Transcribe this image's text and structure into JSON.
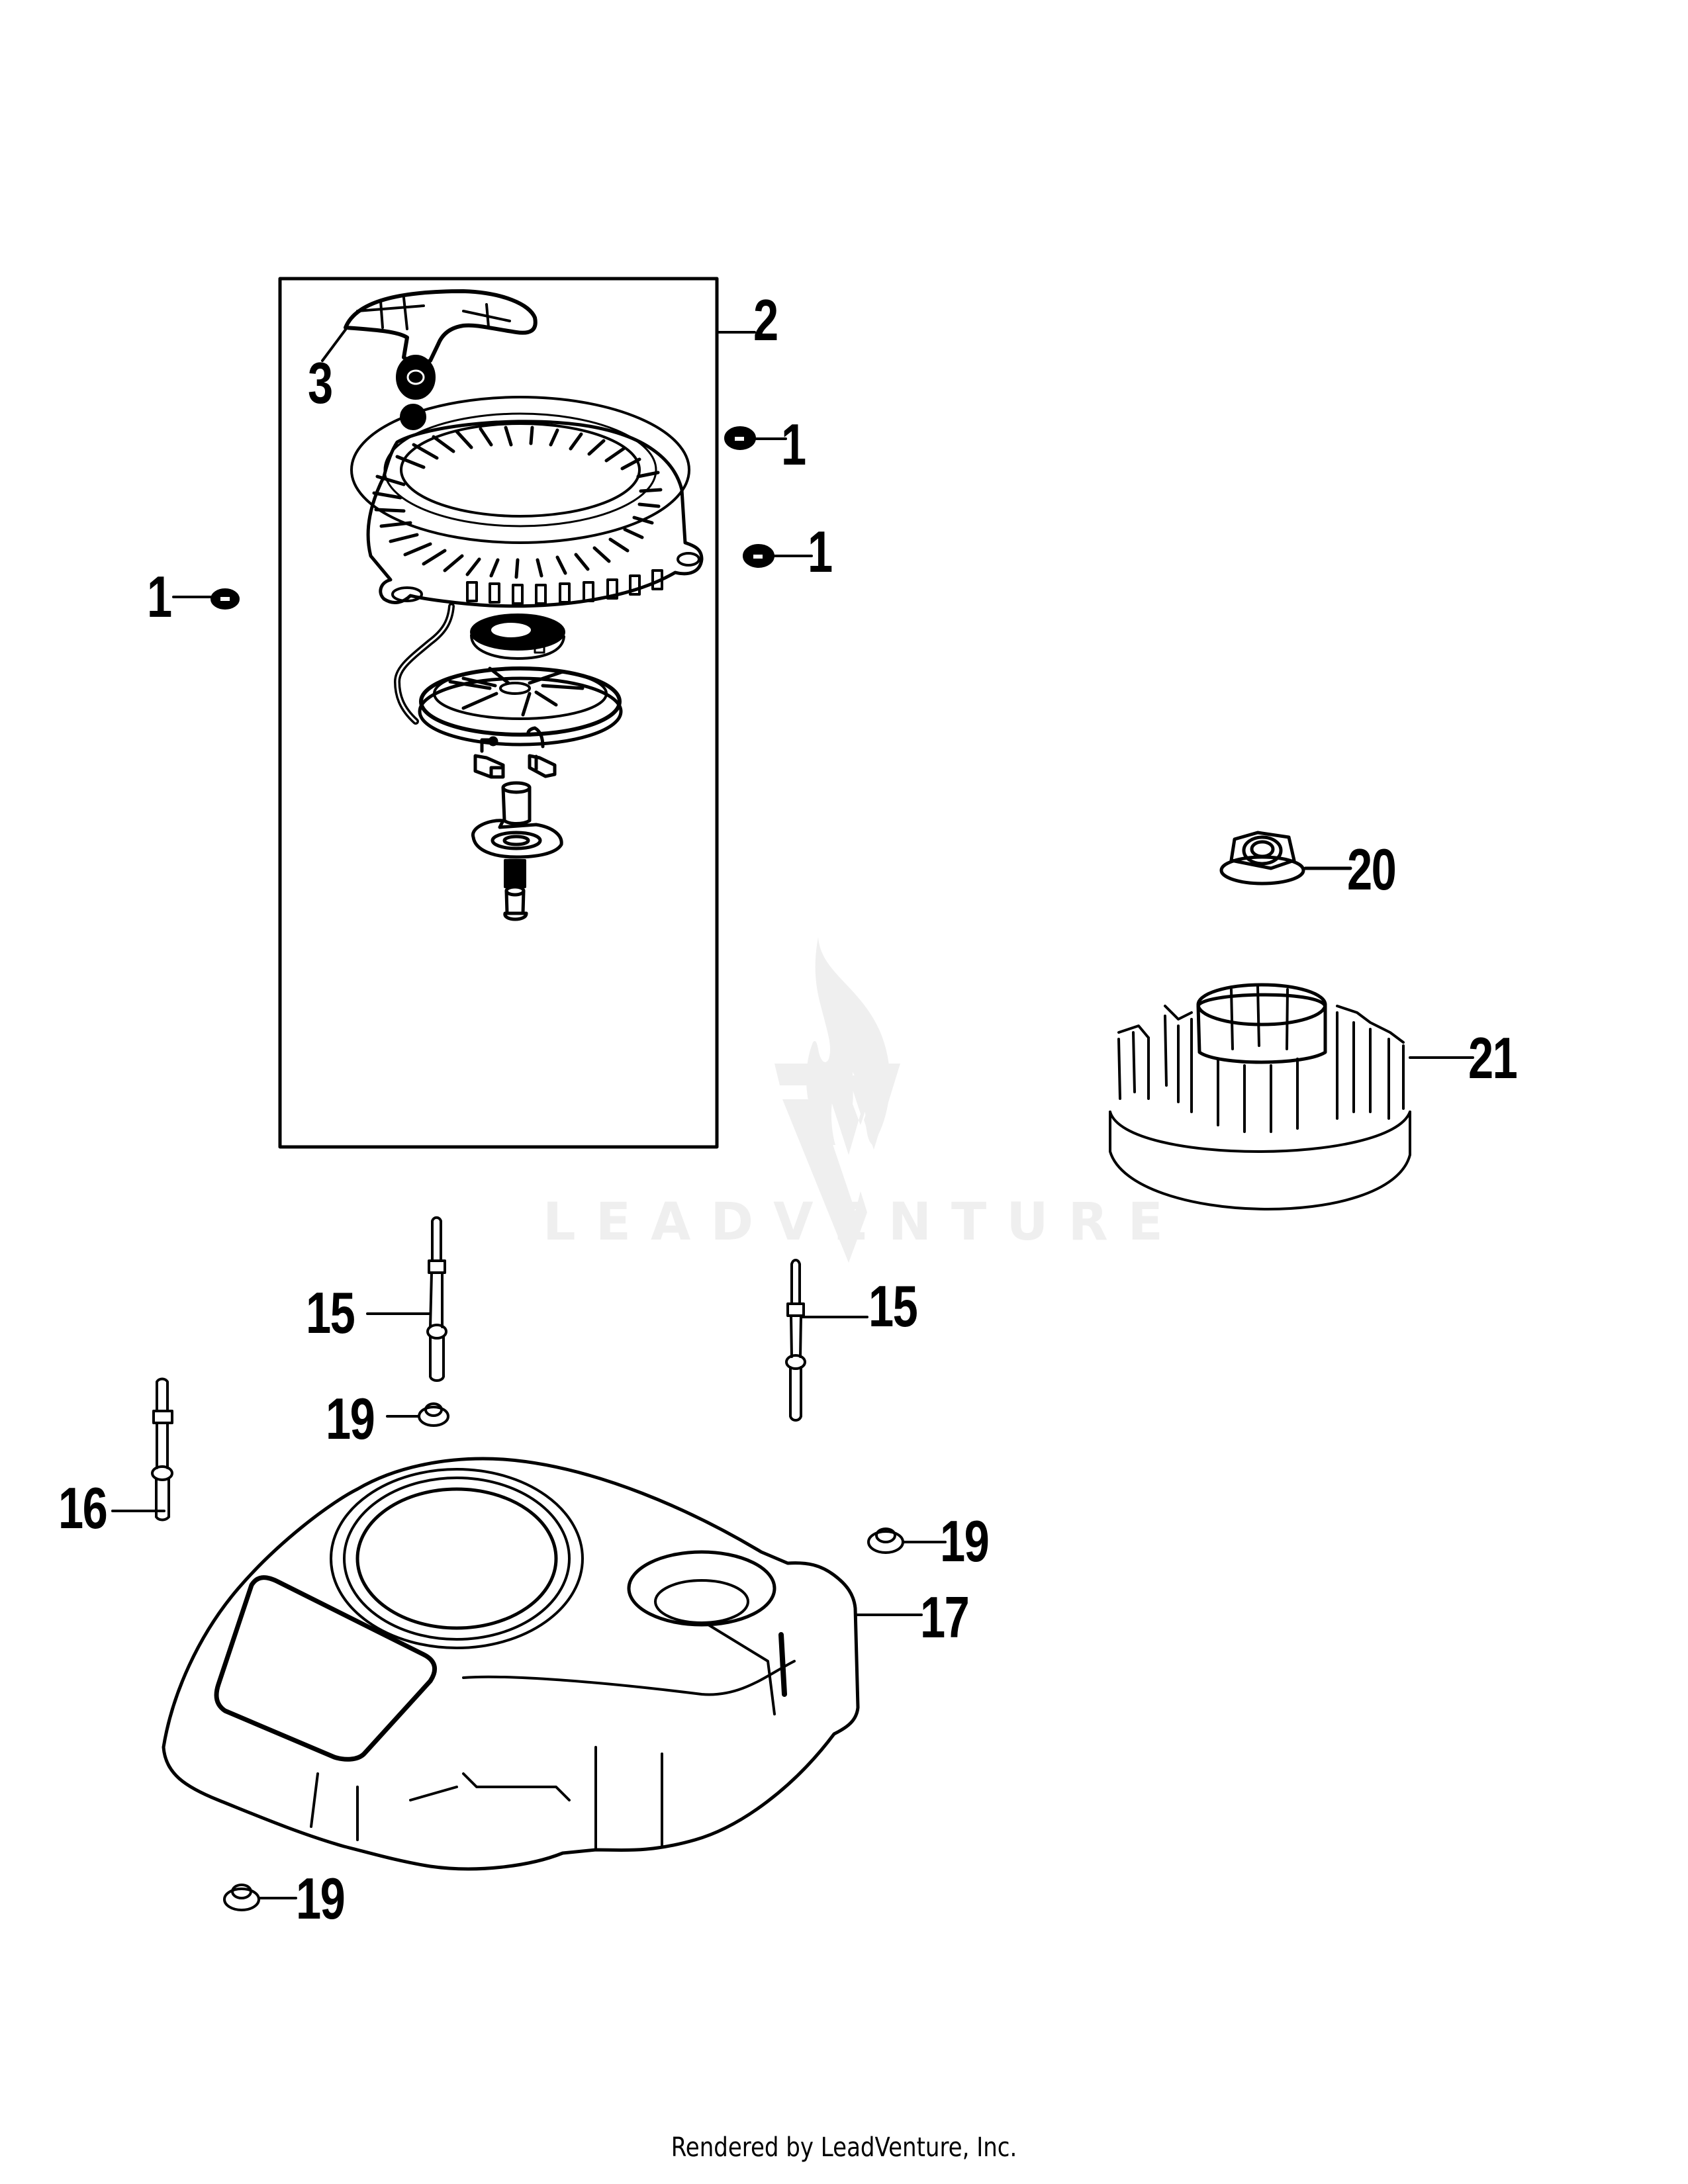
{
  "diagram": {
    "type": "exploded-parts-diagram",
    "subject": "Recoil starter, flywheel and blower housing",
    "colors": {
      "ink": "#000000",
      "background": "#ffffff",
      "watermark": "#efefef"
    },
    "assembly_box": {
      "label": "2",
      "description": "Recoil starter assembly"
    },
    "callouts": [
      {
        "id": "c-2",
        "label": "2",
        "part": "recoil-starter-assembly"
      },
      {
        "id": "c-3",
        "label": "3",
        "part": "starter-handle"
      },
      {
        "id": "c-1a",
        "label": "1",
        "part": "flange-nut"
      },
      {
        "id": "c-1b",
        "label": "1",
        "part": "flange-nut"
      },
      {
        "id": "c-1c",
        "label": "1",
        "part": "flange-nut"
      },
      {
        "id": "c-20",
        "label": "20",
        "part": "flywheel-nut"
      },
      {
        "id": "c-21",
        "label": "21",
        "part": "flywheel-fan"
      },
      {
        "id": "c-15a",
        "label": "15",
        "part": "stud"
      },
      {
        "id": "c-15b",
        "label": "15",
        "part": "stud"
      },
      {
        "id": "c-16",
        "label": "16",
        "part": "stud"
      },
      {
        "id": "c-19a",
        "label": "19",
        "part": "nut"
      },
      {
        "id": "c-19b",
        "label": "19",
        "part": "nut"
      },
      {
        "id": "c-19c",
        "label": "19",
        "part": "nut"
      },
      {
        "id": "c-17",
        "label": "17",
        "part": "blower-housing"
      }
    ],
    "watermark": {
      "text": "LEADVENTURE",
      "icon": "flame-v-logo-icon"
    }
  },
  "footer": {
    "text": "Rendered by LeadVenture, Inc."
  }
}
